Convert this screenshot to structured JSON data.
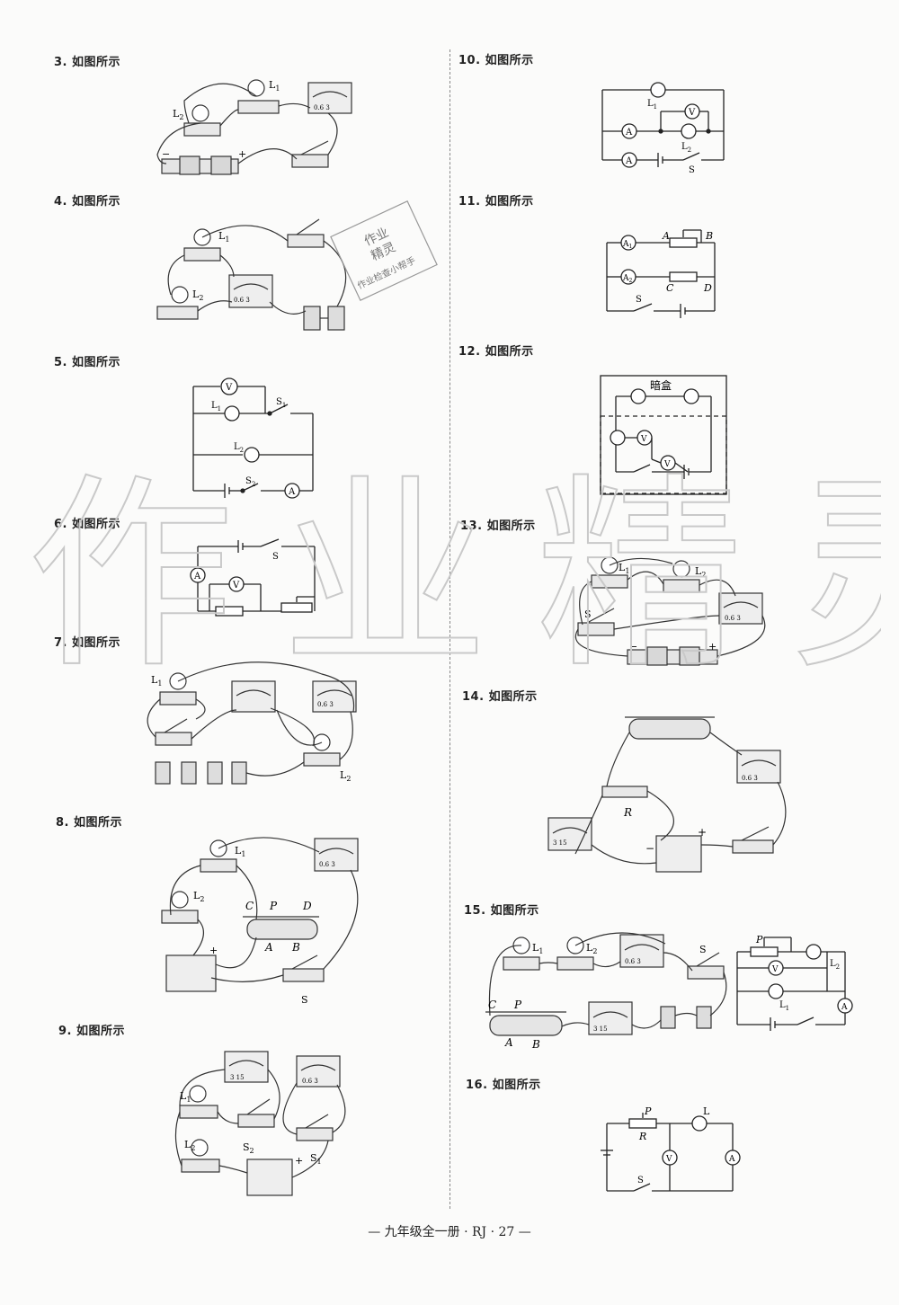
{
  "questions": [
    {
      "num": "3.",
      "label": "如图所示"
    },
    {
      "num": "4.",
      "label": "如图所示"
    },
    {
      "num": "5.",
      "label": "如图所示"
    },
    {
      "num": "6.",
      "label": "如图所示"
    },
    {
      "num": "7.",
      "label": "如图所示"
    },
    {
      "num": "8.",
      "label": "如图所示"
    },
    {
      "num": "9.",
      "label": "如图所示"
    },
    {
      "num": "10.",
      "label": "如图所示"
    },
    {
      "num": "11.",
      "label": "如图所示"
    },
    {
      "num": "12.",
      "label": "如图所示"
    },
    {
      "num": "13.",
      "label": "如图所示"
    },
    {
      "num": "14.",
      "label": "如图所示"
    },
    {
      "num": "15.",
      "label": "如图所示"
    },
    {
      "num": "16.",
      "label": "如图所示"
    }
  ],
  "labels": {
    "L1": "L",
    "L2": "L",
    "sub1": "1",
    "sub2": "2",
    "S": "S",
    "S1": "S",
    "S2": "S",
    "A": "A",
    "B": "B",
    "C": "C",
    "D": "D",
    "P": "P",
    "R": "R",
    "L": "L",
    "V": "V",
    "amm": "A",
    "meter_scale": "0.6 3",
    "meter_scale_v": "3 15",
    "plus": "+",
    "minus": "−",
    "black_box": "暗盒"
  },
  "watermark": {
    "big": "作 业 精 灵",
    "stamp_line1": "作业",
    "stamp_line2": "精灵",
    "stamp_line3": "作业检查小帮手"
  },
  "footer": "— 九年级全一册 · RJ · 27 —"
}
